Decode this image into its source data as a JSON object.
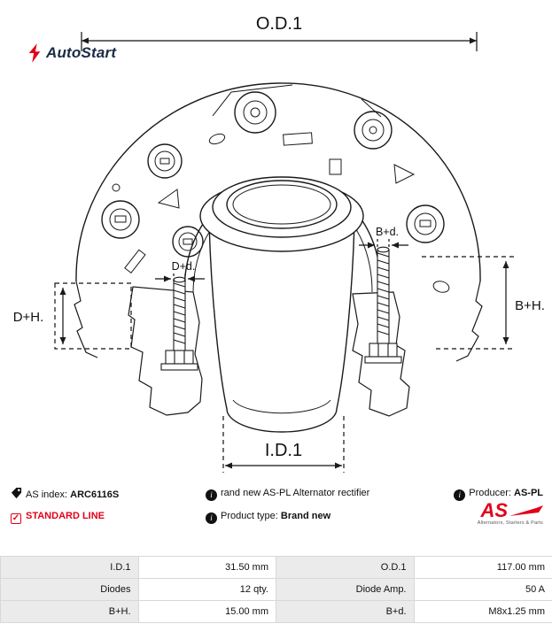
{
  "colors": {
    "line": "#1a1a1a",
    "accent_red": "#e2001a",
    "logo_navy": "#1b2b45",
    "table_label_bg": "#ebebeb",
    "table_border": "#d8d8d8"
  },
  "logo": {
    "brand": "AutoStart"
  },
  "dimensions": {
    "od1": "O.D.1",
    "id1": "I.D.1",
    "dh": "D+H.",
    "bh": "B+H.",
    "dd": "D+d.",
    "bd": "B+d."
  },
  "icons": {
    "info": "i",
    "check": "✓"
  },
  "info": {
    "as_index_label": "AS index:",
    "as_index_value": "ARC6116S",
    "description": "rand new AS-PL Alternator rectifier",
    "producer_label": "Producer:",
    "producer_value": "AS-PL",
    "standard_line": "STANDARD LINE",
    "product_type_label": "Product type:",
    "product_type_value": "Brand new",
    "brand_logo_text": "AS",
    "brand_logo_sub": "Alternators, Starters & Parts"
  },
  "table": {
    "rows": [
      {
        "c1": "I.D.1",
        "v1": "31.50 mm",
        "c2": "O.D.1",
        "v2": "117.00 mm"
      },
      {
        "c1": "Diodes",
        "v1": "12 qty.",
        "c2": "Diode Amp.",
        "v2": "50 A"
      },
      {
        "c1": "B+H.",
        "v1": "15.00 mm",
        "c2": "B+d.",
        "v2": "M8x1.25 mm"
      }
    ]
  }
}
